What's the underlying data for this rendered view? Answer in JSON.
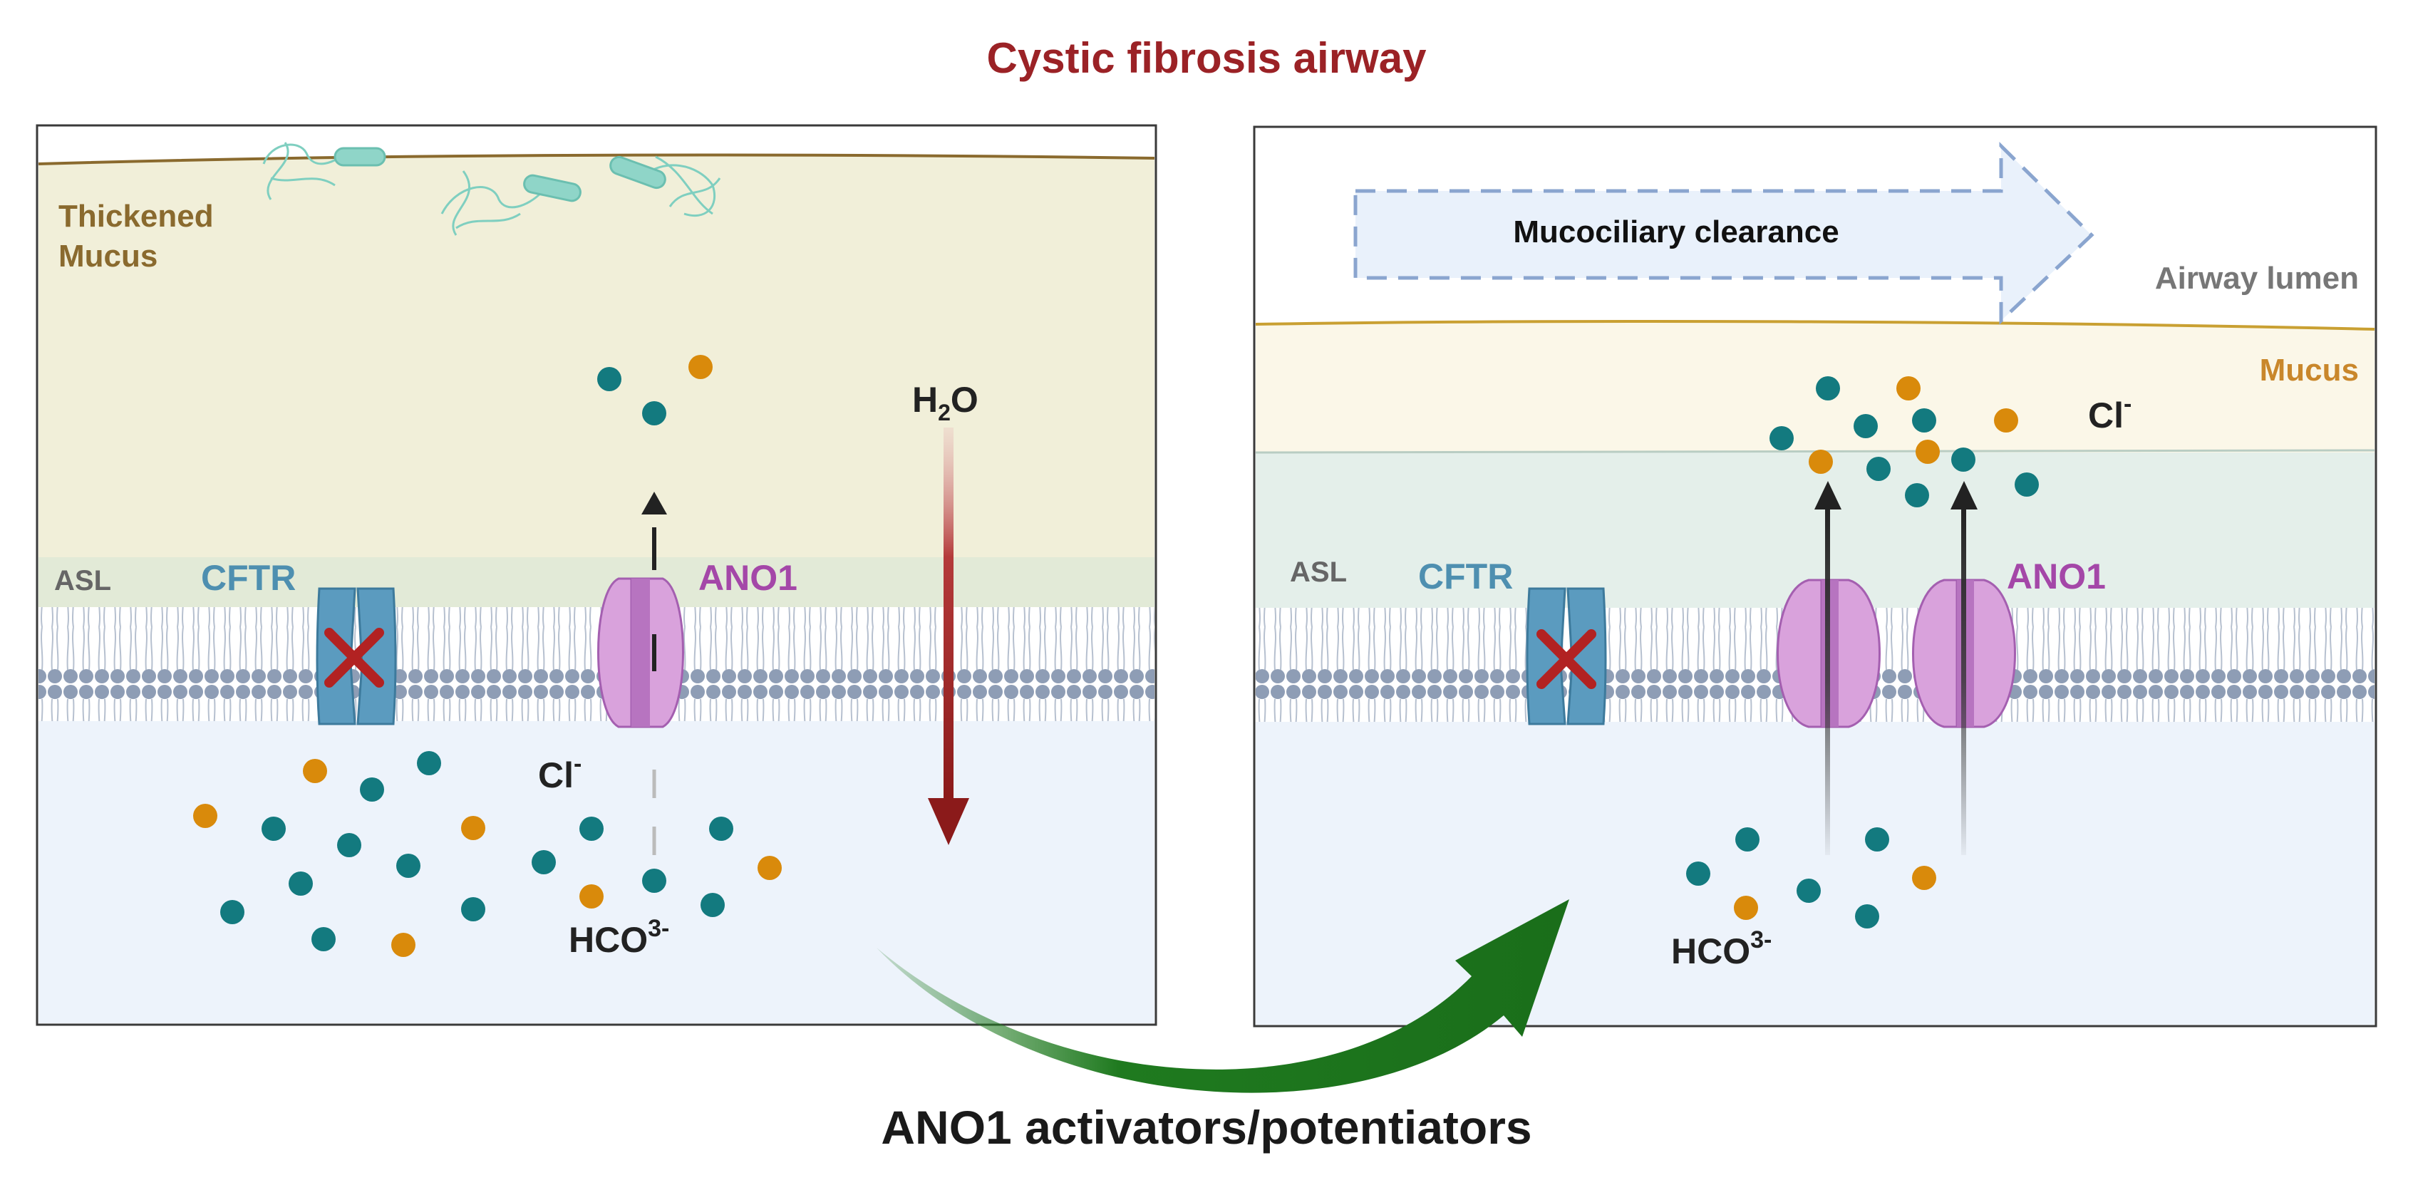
{
  "title": "Cystic fibrosis airway",
  "bottom_caption": "ANO1 activators/potentiators",
  "left_panel": {
    "mucus_label_line1": "Thickened",
    "mucus_label_line2": "Mucus",
    "asl_label": "ASL",
    "cftr_label": "CFTR",
    "ano1_label": "ANO1",
    "water_label_base": "H",
    "water_label_sub": "2",
    "water_label_end": "O",
    "chloride_label_base": "Cl",
    "chloride_label_sup": "-",
    "bicarbonate_label_base": "HCO",
    "bicarbonate_label_sup": "3-"
  },
  "right_panel": {
    "clearance_label": "Mucociliary clearance",
    "lumen_label": "Airway lumen",
    "mucus_label": "Mucus",
    "asl_label": "ASL",
    "cftr_label": "CFTR",
    "ano1_label": "ANO1",
    "chloride_label_base": "Cl",
    "chloride_label_sup": "-",
    "bicarbonate_label_base": "HCO",
    "bicarbonate_label_sup": "3-"
  },
  "colors": {
    "title": "#9b2226",
    "teal_ion": "#137a7f",
    "orange_ion": "#d98a0b",
    "cftr": "#5b9bbf",
    "ano1": "#d9a2dc",
    "ano1_label": "#a447a8",
    "cftr_label": "#4e8fb0",
    "inhibit_x": "#b22222",
    "water_arrow": "#8b1a1a",
    "green_arrow": "#1f7a1f",
    "mucus_brown": "#8a6a2e",
    "mucus_orange": "#c9872b"
  },
  "icons": {
    "bacteria": "bacteria-icon",
    "inhibition": "x-mark-icon",
    "cftr_channel": "cftr-channel-icon",
    "ano1_channel": "ano1-channel-icon"
  }
}
